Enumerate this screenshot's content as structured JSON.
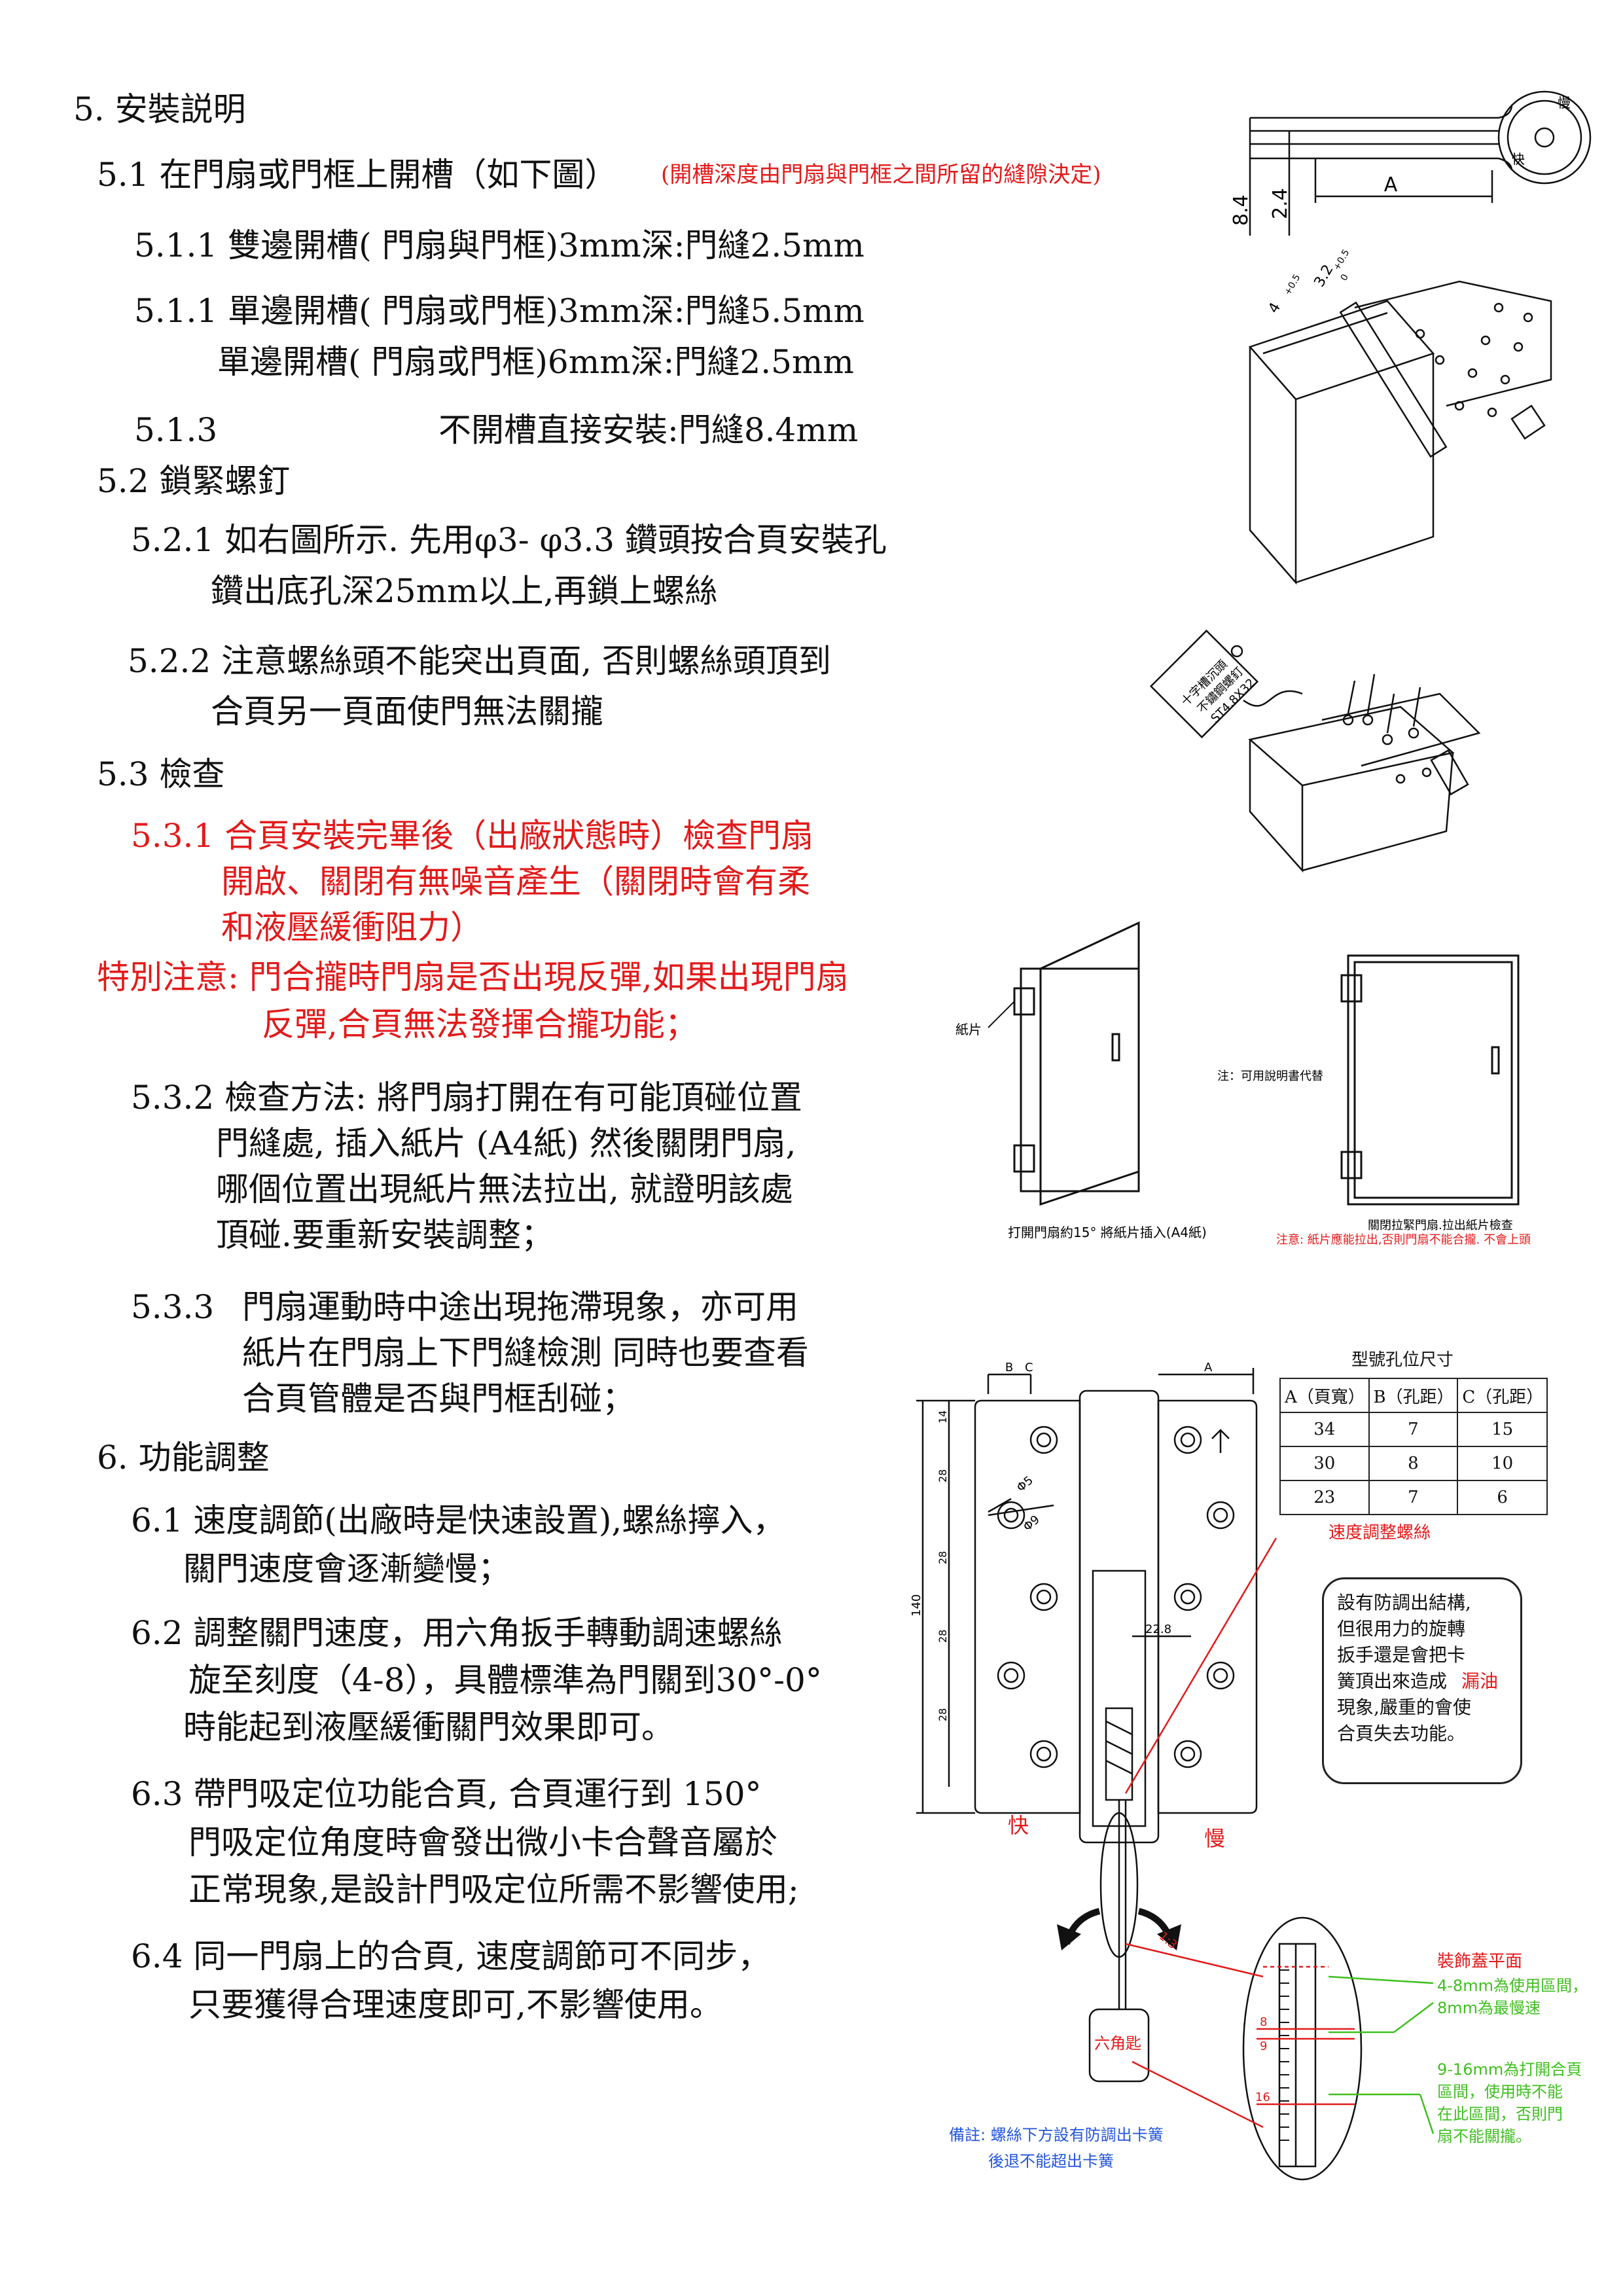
{
  "sec5": {
    "title": "5.  安裝説明",
    "s51": "5.1 在門扇或門框上開槽（如下圖）",
    "s51_note": "(開槽深度由門扇與門框之間所留的縫隙決定)",
    "s511a": "5.1.1 雙邊開槽( 門扇與門框)3mm深:門縫2.5mm",
    "s511b": "5.1.1 單邊開槽( 門扇或門框)3mm深:門縫5.5mm",
    "s511c": "單邊開槽( 門扇或門框)6mm深:門縫2.5mm",
    "s513_num": "5.1.3",
    "s513_text": "不開槽直接安裝:門縫8.4mm",
    "s52": "5.2 鎖緊螺釘",
    "s521a": "5.2.1 如右圖所示. 先用φ3- φ3.3 鑽頭按合頁安裝孔",
    "s521b": "鑽出底孔深25mm以上,再鎖上螺絲",
    "s522a": "5.2.2 注意螺絲頭不能突出頁面, 否則螺絲頭頂到",
    "s522b": "合頁另一頁面使門無法關攏",
    "s53": "5.3 檢查",
    "s531a": "5.3.1  合頁安裝完畢後（出廠狀態時）檢查門扇",
    "s531b": "開啟、關閉有無噪音產生（關閉時會有柔",
    "s531c": "和液壓緩衝阻力）",
    "special_a": "特別注意: 門合攏時門扇是否出現反彈,如果出現門扇",
    "special_b": "反彈,合頁無法發揮合攏功能；",
    "s532a": "5.3.2  檢查方法: 將門扇打開在有可能頂碰位置",
    "s532b": "門縫處, 插入紙片 (A4紙) 然後關閉門扇,",
    "s532c": "哪個位置出現紙片無法拉出, 就證明該處",
    "s532d": "頂碰.要重新安裝調整；",
    "s533_num": "5.3.3",
    "s533a": "門扇運動時中途出現拖滯現象，亦可用",
    "s533b": "紙片在門扇上下門縫檢測  同時也要查看",
    "s533c": "合頁管體是否與門框刮碰；"
  },
  "sec6": {
    "title": "6.  功能調整",
    "s61a": "6.1 速度調節(出廠時是快速設置),螺絲擰入，",
    "s61b": "關門速度會逐漸變慢；",
    "s62a": "6.2 調整關門速度，用六角扳手轉動調速螺絲",
    "s62b": "旋至刻度（4-8），具體標準為門關到30°-0°",
    "s62c": "時能起到液壓緩衝關門效果即可。",
    "s63a": "6.3 帶門吸定位功能合頁, 合頁運行到  150°",
    "s63b": "門吸定位角度時會發出微小卡合聲音屬於",
    "s63c": "正常現象,是設計門吸定位所需不影響使用;",
    "s64a": "6.4 同一門扇上的合頁, 速度調節可不同步，",
    "s64b": "只要獲得合理速度即可,不影響使用。"
  },
  "fig_top": {
    "dim_84": "8.4",
    "dim_24": "2.4",
    "dim_a": "A",
    "dim_05": "+0.5",
    "dim_0": "0",
    "dim_32": "3.2",
    "dim_4": "4",
    "cap_slow": "慢",
    "cap_fast": "快"
  },
  "fig_screw": {
    "tag_line1": "十字槽沉頭",
    "tag_line2": "不鏽鋼螺釘",
    "tag_line3": "ST4.8X32"
  },
  "fig_doors": {
    "paper_label": "紙片",
    "left_caption": "打開門扇約15°  將紙片插入(A4紙)",
    "middle_note": "注：可用說明書代替",
    "right_caption": "關閉拉緊門扇.拉出紙片檢查",
    "right_caption_red": "注意: 紙片應能拉出,否則門扇不能合攏. 不會上頭"
  },
  "table": {
    "title": "型號孔位尺寸",
    "headers": [
      "A（頁寬）",
      "B（孔距）",
      "C（孔距）"
    ],
    "rows": [
      [
        "34",
        "7",
        "15"
      ],
      [
        "30",
        "8",
        "10"
      ],
      [
        "23",
        "7",
        "6"
      ]
    ]
  },
  "fig_hinge": {
    "dim_b": "B",
    "dim_c": "C",
    "dim_a": "A",
    "dim_140": "140",
    "dim_14": "14",
    "dim_28": "28",
    "dim_228": "22.8",
    "dim_phi5": "Φ5",
    "dim_phi9": "Φ9",
    "speed_screw": "速度調整螺絲",
    "bubble": [
      "設有防調出結構,",
      "但很用力的旋轉",
      "扳手還是會把卡",
      "簧頂出來造成",
      "漏油",
      "現象,嚴重的會使",
      "合頁失去功能。"
    ],
    "fast": "快",
    "slow": "慢",
    "hex_key": "六角匙",
    "scale_13": "1:3",
    "scale_8": "8",
    "scale_9": "9",
    "scale_16": "16",
    "cover_flat": "裝飾蓋平面",
    "range_use_a": "4-8mm為使用區間，",
    "range_use_b": "8mm為最慢速",
    "range_open_a": "9-16mm為打開合頁",
    "range_open_b": "區間，使用時不能",
    "range_open_c": "在此區間，否則門",
    "range_open_d": "扇不能關攏。",
    "note_a": "備註: 螺絲下方設有防調出卡簧",
    "note_b": "後退不能超出卡簧"
  },
  "colors": {
    "red": "#e21a1a",
    "green": "#3fbf1f",
    "blue": "#2255dd"
  }
}
